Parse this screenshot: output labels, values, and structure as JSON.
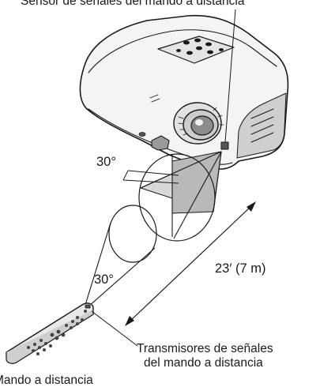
{
  "labels": {
    "sensor": "Sensor de señales del mando a distancia",
    "angle_top": "30°",
    "distance": "23′ (7 m)",
    "angle_bottom": "30°",
    "transmitter_line1": "Transmisores de señales",
    "transmitter_line2": "del mando a distancia",
    "remote": "Mando a distancia"
  },
  "colors": {
    "line": "#1a1a1a",
    "projector_body": "#f4f4f4",
    "projector_shade": "#cfcfcf",
    "cone_fill": "#bdbdbd",
    "remote_body": "#e9e9e9"
  }
}
